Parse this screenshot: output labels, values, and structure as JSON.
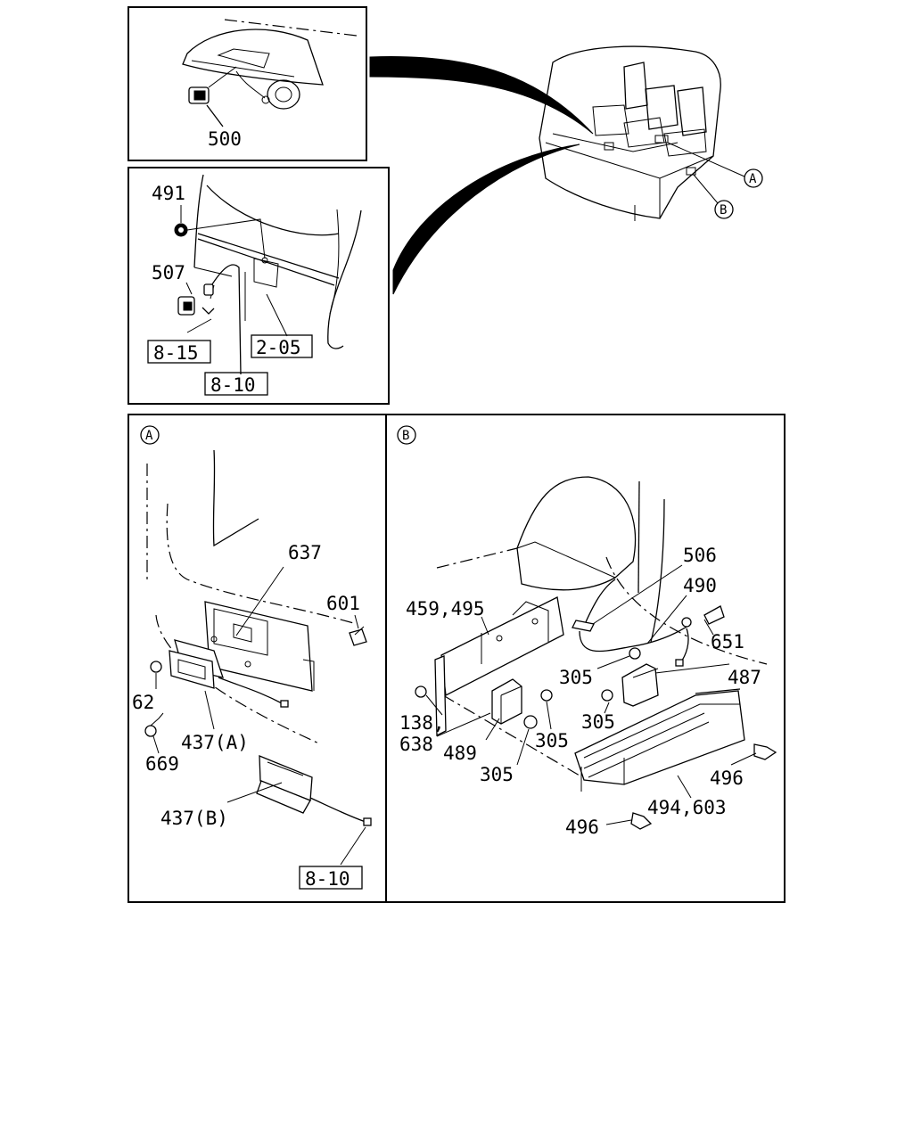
{
  "labels": {
    "p500": "500",
    "p491": "491",
    "p507": "507",
    "ref815": "8-15",
    "ref205": "2-05",
    "ref810_top": "8-10",
    "callout_a": "A",
    "callout_b": "B",
    "sec_a": "A",
    "sec_b": "B",
    "p637": "637",
    "p601": "601",
    "p62": "62",
    "p669": "669",
    "p437a": "437(A)",
    "p437b": "437(B)",
    "ref810_bot": "8-10",
    "p506": "506",
    "p490": "490",
    "p459495": "459,495",
    "p651": "651",
    "p487": "487",
    "p305a": "305",
    "p305b": "305",
    "p305c": "305",
    "p305d": "305",
    "p138": "138,",
    "p638": "638",
    "p489": "489",
    "p496a": "496",
    "p496b": "496",
    "p494603": "494,603"
  }
}
